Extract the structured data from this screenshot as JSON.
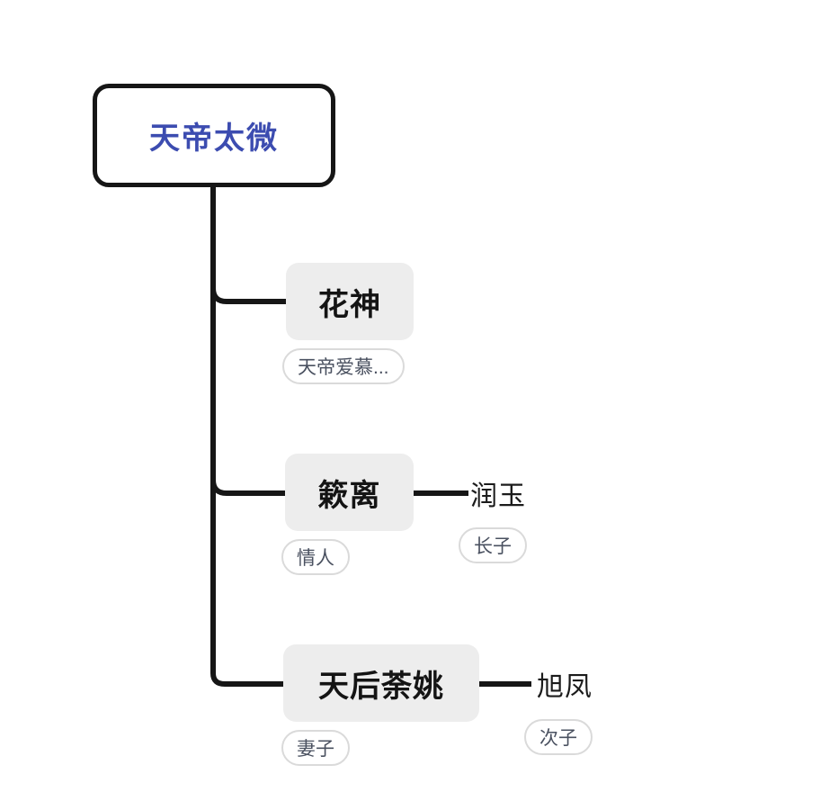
{
  "diagram": {
    "type": "mindmap-family-tree",
    "root": {
      "label": "天帝太微"
    },
    "branches": [
      {
        "label": "花神",
        "note": "天帝爱慕..."
      },
      {
        "label": "簌离",
        "note": "情人",
        "child": {
          "label": "润玉",
          "note": "长子"
        }
      },
      {
        "label": "天后荼姚",
        "note": "妻子",
        "child": {
          "label": "旭凤",
          "note": "次子"
        }
      }
    ],
    "colors": {
      "background": "#ffffff",
      "line": "#161616",
      "root_border": "#161616",
      "root_text": "#3c4cb0",
      "branch_fill": "#ededed",
      "topic_text": "#141414",
      "leaf_text": "#1b1b1b",
      "note_text": "#4a5160",
      "note_border": "#dadada"
    }
  }
}
